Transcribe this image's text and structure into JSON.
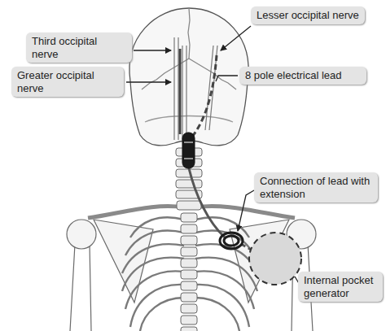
{
  "diagram": {
    "nodes": [
      {
        "text": [
          "Third occipital nerve"
        ]
      },
      {
        "text": [
          "Lesser occipital nerve"
        ]
      },
      {
        "text": [
          "Greater occipital nerve"
        ]
      },
      {
        "text": [
          "8 pole electrical lead"
        ]
      },
      {
        "text": [
          "Connection of lead with extension"
        ]
      },
      {
        "text": [
          "Internal pocket generator"
        ]
      }
    ]
  }
}
